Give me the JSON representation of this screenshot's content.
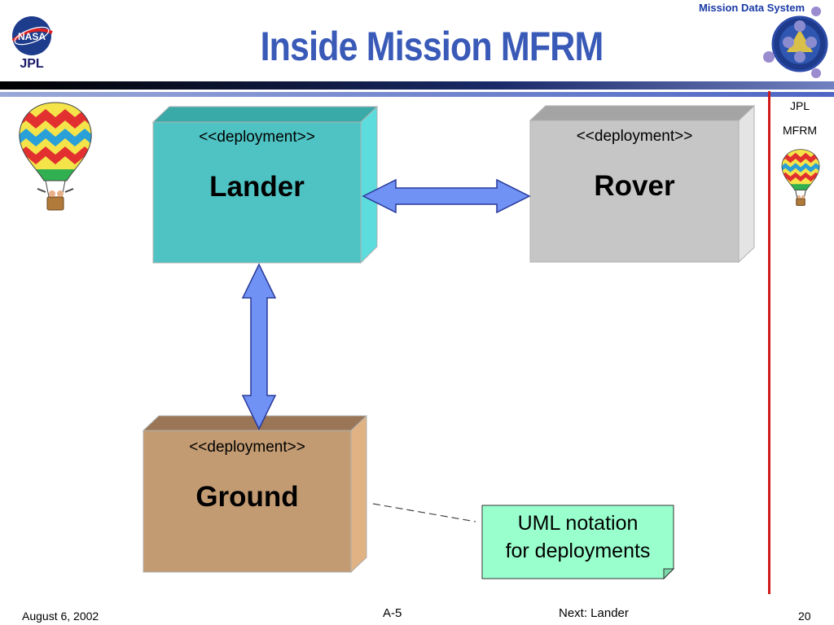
{
  "header": {
    "title": "Inside Mission MFRM",
    "mds_label": "Mission Data System",
    "logo_nasa": "NASA",
    "logo_jpl": "JPL"
  },
  "sidebar": {
    "jpl_label": "JPL",
    "mfrm_label": "MFRM"
  },
  "diagram": {
    "nodes": [
      {
        "id": "lander",
        "stereotype": "<<deployment>>",
        "name": "Lander",
        "color": "#4fc3c3"
      },
      {
        "id": "rover",
        "stereotype": "<<deployment>>",
        "name": "Rover",
        "color": "#c6c6c6"
      },
      {
        "id": "ground",
        "stereotype": "<<deployment>>",
        "name": "Ground",
        "color": "#c39b72"
      }
    ],
    "edges": [
      {
        "from": "lander",
        "to": "rover",
        "type": "bidirectional-arrow"
      },
      {
        "from": "lander",
        "to": "ground",
        "type": "bidirectional-arrow"
      }
    ],
    "note": {
      "line1": "UML notation",
      "line2": "for deployments",
      "color": "#99ffcc"
    },
    "arrow_color": "#6f92f4"
  },
  "footer": {
    "date": "August 6, 2002",
    "section": "A-5",
    "next": "Next: Lander",
    "page": "20"
  }
}
